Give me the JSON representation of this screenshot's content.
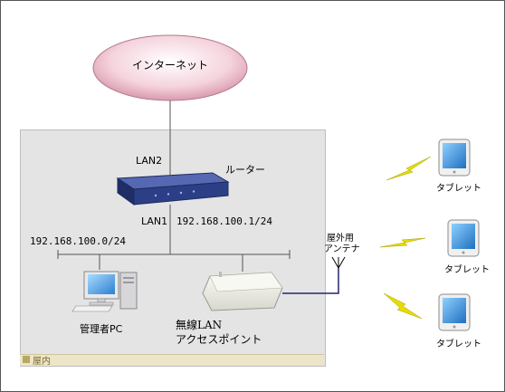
{
  "internet": {
    "label": "インターネット"
  },
  "router": {
    "label": "ルーター",
    "wan_port": "LAN2",
    "lan_port": "LAN1",
    "lan_ip": "192.168.100.1/24"
  },
  "network": {
    "subnet": "192.168.100.0/24"
  },
  "admin_pc": {
    "label": "管理者PC"
  },
  "access_point": {
    "label_line1": "無線LAN",
    "label_line2": "アクセスポイント"
  },
  "antenna": {
    "label_line1": "屋外用",
    "label_line2": "アンテナ"
  },
  "tablets": [
    {
      "label": "タブレット"
    },
    {
      "label": "タブレット"
    },
    {
      "label": "タブレット"
    }
  ],
  "zone": {
    "label": "屋内"
  },
  "colors": {
    "cloud_fill": "#f2c4d2",
    "router_body": "#2c3f86",
    "lightning": "#e8dd00",
    "tablet_screen": "#2f8fd6",
    "indoor_bg": "#e4e4e4"
  }
}
